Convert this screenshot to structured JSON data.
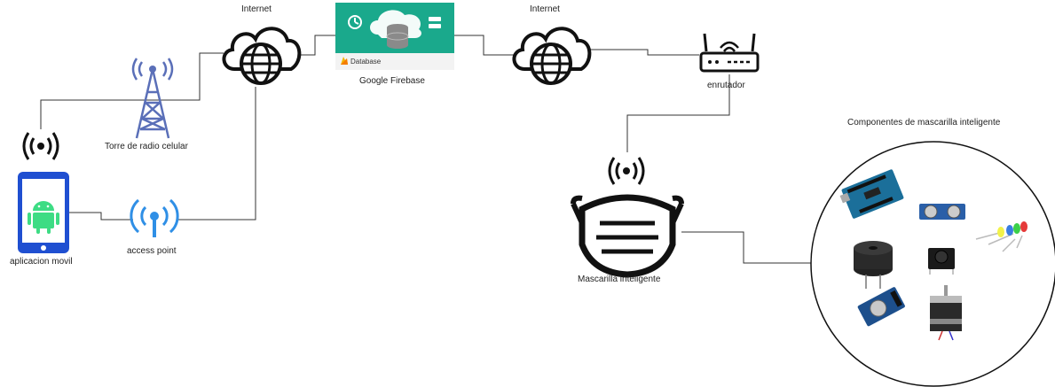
{
  "labels": {
    "internet_left": "Internet",
    "internet_right": "Internet",
    "firebase": "Google Firebase",
    "firebase_db": "Database",
    "router": "enrutador",
    "tower": "Torre de radio celular",
    "mobile_app": "aplicacion movil",
    "access_point": "access point",
    "smart_mask": "Mascarilla inteligente",
    "components_title": "Componentes de mascarilla inteligente"
  },
  "colors": {
    "firebase_green": "#1aa98c",
    "phone_blue": "#1f4fd1",
    "android_green": "#3ddc84",
    "tower_blue": "#5a6fb8",
    "access_point_blue": "#2f8fe6",
    "line": "#333333"
  },
  "icons": [
    "cloud-globe-icon",
    "database-cloud-icon",
    "router-icon",
    "radio-tower-icon",
    "wifi-signal-icon",
    "smartphone-android-icon",
    "access-point-icon",
    "face-mask-icon",
    "arduino-board-icon",
    "ultrasonic-sensor-icon",
    "led-set-icon",
    "buzzer-icon",
    "push-button-icon",
    "rtc-module-icon",
    "stepper-motor-icon"
  ]
}
